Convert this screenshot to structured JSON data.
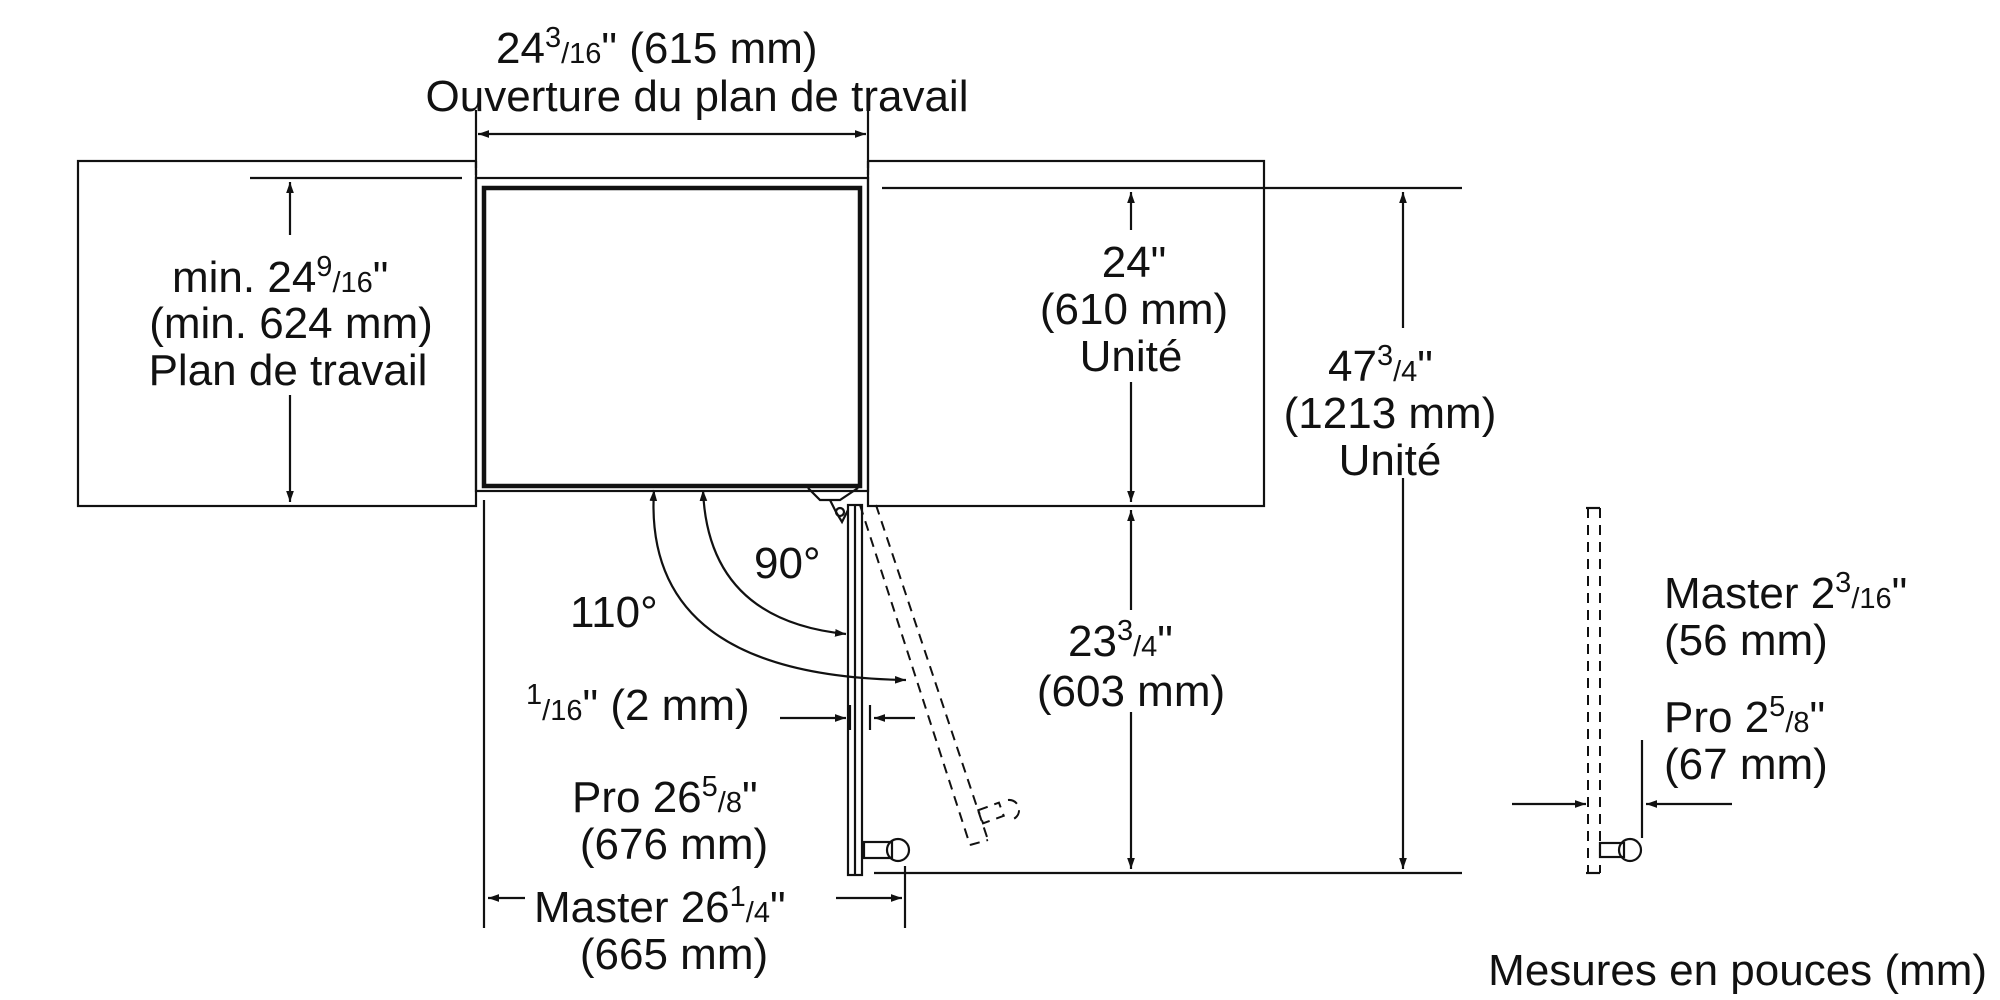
{
  "labels": {
    "opening_top": "24",
    "opening_sup": "3",
    "opening_sub": "16",
    "opening_mm": "\" (615 mm)",
    "opening_caption": "Ouverture du plan de travail",
    "counter_min": "min. 24",
    "counter_sup": "9",
    "counter_sub": "16",
    "counter_inch": "\"",
    "counter_mm": "(min. 624 mm)",
    "counter_caption": "Plan de travail",
    "unit_depth": "24\"",
    "unit_depth_mm": "(610 mm)",
    "unit_depth_caption": "Unité",
    "total_top": "47",
    "total_sup": "3",
    "total_sub": "4",
    "total_inch": "\"",
    "total_mm": "(1213 mm)",
    "total_caption": "Unité",
    "angle_90": "90°",
    "angle_110": "110°",
    "gap_sup": "1",
    "gap_sub": "16",
    "gap_mm": "\" (2 mm)",
    "door_top": "23",
    "door_sup": "3",
    "door_sub": "4",
    "door_inch": "\"",
    "door_mm": "(603 mm)",
    "pro_width": "Pro 26",
    "pro_width_sup": "5",
    "pro_width_sub": "8",
    "pro_width_inch": "\"",
    "pro_width_mm": "(676 mm)",
    "master_width": "Master 26",
    "master_width_sup": "1",
    "master_width_sub": "4",
    "master_width_inch": "\"",
    "master_width_mm": "(665 mm)",
    "master_handle": "Master 2",
    "master_handle_sup": "3",
    "master_handle_sub": "16",
    "master_handle_inch": "\"",
    "master_handle_mm": "(56 mm)",
    "pro_handle": "Pro 2",
    "pro_handle_sup": "5",
    "pro_handle_sub": "8",
    "pro_handle_inch": "\"",
    "pro_handle_mm": "(67 mm)",
    "units_note": "Mesures en pouces (mm)"
  }
}
